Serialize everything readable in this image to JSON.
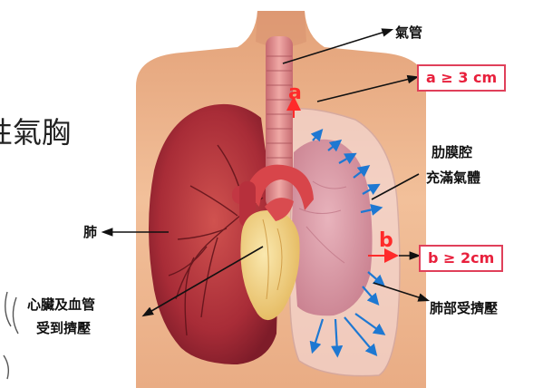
{
  "labels": {
    "trachea": "氣管",
    "pleural_cavity_line1": "肋膜腔",
    "pleural_cavity_line2": "充滿氣體",
    "lung": "肺",
    "lung_compressed": "肺部受擠壓",
    "heart_line1": "心臟及血管",
    "heart_line2": "受到擠壓",
    "left_partial_title": "性氣胸"
  },
  "measurements": {
    "a_letter": "a",
    "a_threshold": "a ≥ 3 cm",
    "b_letter": "b",
    "b_threshold": "b ≥ 2cm"
  },
  "colors": {
    "measurement_red": "#e8203c",
    "arrow_blue": "#1e78d2",
    "skin": "#f2c09a",
    "lung_red": "#b8323c",
    "deflated_lung": "#d99aa6",
    "heart": "#f3d48a"
  }
}
